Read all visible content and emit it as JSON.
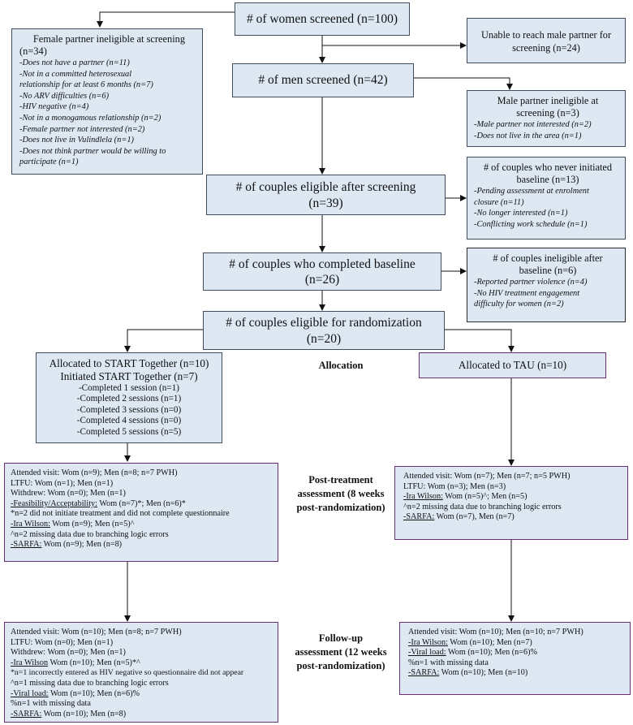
{
  "top": {
    "women_screened": "# of women screened (n=100)"
  },
  "female_ineligible": {
    "title": "Female partner ineligible at screening",
    "count": "(n=34)",
    "reasons": [
      "-Does not have a partner (n=11)",
      "-Not in a committed heterosexual",
      "relationship for at least 6 months (n=7)",
      "-No ARV difficulties (n=6)",
      "-HIV negative (n=4)",
      "-Not in a monogamous relationship (n=2)",
      "-Female partner not interested (n=2)",
      "-Does not live in Vulindlela (n=1)",
      "-Does not think partner would be willing to",
      "participate (n=1)"
    ]
  },
  "unable_reach": {
    "line1": "Unable to reach male partner for",
    "line2": "screening (n=24)"
  },
  "men_screened": "# of men screened (n=42)",
  "male_ineligible": {
    "line1": "Male partner ineligible at",
    "line2": "screening (n=3)",
    "reasons": [
      "-Male partner not interested (n=2)",
      "-Does not live in the area (n=1)"
    ]
  },
  "couples_eligible": {
    "line1": "# of couples eligible after screening",
    "line2": "(n=39)"
  },
  "never_initiated": {
    "line1": "# of couples who never initiated",
    "line2": "baseline (n=13)",
    "reasons": [
      "-Pending assessment at enrolment",
      "closure (n=11)",
      "-No longer interested (n=1)",
      "-Conflicting work schedule (n=1)"
    ]
  },
  "completed_baseline": {
    "line1": "# of couples who completed baseline",
    "line2": "(n=26)"
  },
  "ineligible_after": {
    "line1": "# of couples ineligible after",
    "line2": "baseline (n=6)",
    "reasons": [
      "-Reported partner violence (n=4)",
      "-No HIV treatment engagement",
      "difficulty for women (n=2)"
    ]
  },
  "eligible_random": {
    "line1": "# of couples eligible for randomization",
    "line2": "(n=20)"
  },
  "allocation_label": "Allocation",
  "start_together": {
    "line1": "Allocated to START Together (n=10)",
    "line2": "Initiated START Together (n=7)",
    "sessions": [
      "-Completed 1 session (n=1)",
      "-Completed 2 sessions (n=1)",
      "-Completed 3 sessions (n=0)",
      "-Completed 4 sessions (n=0)",
      "-Completed 5 sessions (n=5)"
    ]
  },
  "tau": "Allocated to TAU (n=10)",
  "post_label": {
    "line1": "Post-treatment",
    "line2": "assessment (8 weeks",
    "line3": "post-randomization)"
  },
  "followup_label": {
    "line1": "Follow-up",
    "line2": "assessment (12 weeks",
    "line3": "post-randomization)"
  },
  "post_left": {
    "attended": "Attended visit: Wom (n=9); Men (n=8; n=7 PWH)",
    "ltfu": "LTFU: Wom (n=1); Men (n=1)",
    "withdrew": "Withdrew: Wom (n=0); Men (n=1)",
    "feas_label": "-Feasibility/Acceptability:",
    "feas_value": " Wom (n=7)*; Men (n=6)*",
    "feas_note": "*n=2 did not initiate treatment and did not complete questionnaire",
    "ira_label": "-Ira Wilson:",
    "ira_value": " Wom (n=9); Men (n=5)^",
    "ira_note": "^n=2 missing data due to branching logic errors",
    "sarfa_label": "-SARFA:",
    "sarfa_value": " Wom (n=9); Men (n=8)"
  },
  "post_right": {
    "attended": "Attended visit: Wom (n=7); Men (n=7; n=5 PWH)",
    "ltfu": "LTFU: Wom (n=3); Men (n=3)",
    "ira_label": "-Ira Wilson:",
    "ira_value": " Wom (n=5)^; Men (n=5)",
    "ira_note": "^n=2 missing data due to branching logic errors",
    "sarfa_label": "-SARFA:",
    "sarfa_value": " Wom (n=7), Men (n=7)"
  },
  "fu_left": {
    "attended": "Attended visit: Wom (n=10); Men (n=8; n=7 PWH)",
    "ltfu": "LTFU: Wom (n=0); Men (n=1)",
    "withdrew": "Withdrew: Wom (n=0); Men (n=1)",
    "ira_label": "-Ira Wilson",
    "ira_value": " Wom (n=10); Men (n=5)*^",
    "ira_note1": "*n=1 incorrectly entered as HIV negative so questionnaire did not appear",
    "ira_note2": "^n=1 missing data due to branching logic errors",
    "vl_label": "-Viral load:",
    "vl_value": " Wom (n=10); Men (n=6)%",
    "vl_note": "%n=1 with missing data",
    "sarfa_label": "-SARFA:",
    "sarfa_value": " Wom (n=10); Men (n=8)"
  },
  "fu_right": {
    "attended": "Attended visit: Wom (n=10); Men (n=10; n=7 PWH)",
    "ira_label": "-Ira Wilson:",
    "ira_value": " Wom (n=10); Men (n=7)",
    "vl_label": "-Viral load:",
    "vl_value": " Wom (n=10); Men (n=6)%",
    "vl_note": "%n=1 with missing data",
    "sarfa_label": "-SARFA:",
    "sarfa_value": " Wom (n=10); Men (n=10)"
  }
}
